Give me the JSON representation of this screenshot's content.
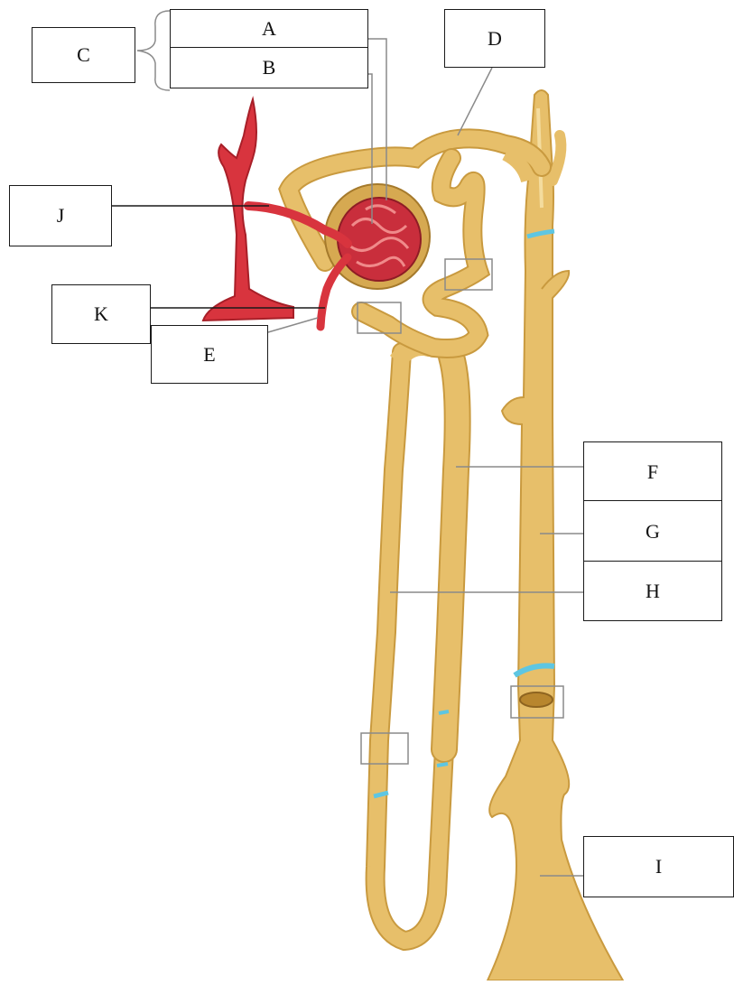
{
  "colors": {
    "tubule": "#e7bf6a",
    "tubule_edge": "#c99a3f",
    "tubule_light": "#f4dc9e",
    "vessel": "#d8343e",
    "vessel_edge": "#a81f28",
    "glomerulus": "#c92e3c",
    "capsule": "#d6a951",
    "band": "#5ec6e2",
    "leader": "#8a8a8a"
  },
  "labels": {
    "A": "A",
    "B": "B",
    "C": "C",
    "D": "D",
    "E": "E",
    "F": "F",
    "G": "G",
    "H": "H",
    "I": "I",
    "J": "J",
    "K": "K"
  }
}
